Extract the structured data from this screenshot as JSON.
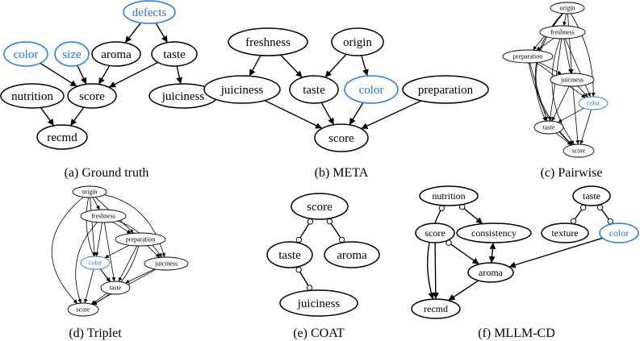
{
  "colors": {
    "default": "#000000",
    "highlight": "#2878d8",
    "circle_fill": "#ffffff"
  },
  "panels": [
    {
      "id": "a",
      "caption": "(a) Ground truth",
      "nodes": [
        {
          "id": "defects",
          "label": "defects",
          "highlight": true
        },
        {
          "id": "color",
          "label": "color",
          "highlight": true
        },
        {
          "id": "size",
          "label": "size",
          "highlight": true
        },
        {
          "id": "aroma",
          "label": "aroma"
        },
        {
          "id": "taste",
          "label": "taste"
        },
        {
          "id": "nutrition",
          "label": "nutrition"
        },
        {
          "id": "score",
          "label": "score"
        },
        {
          "id": "juiciness",
          "label": "juiciness"
        },
        {
          "id": "recmd",
          "label": "recmd"
        }
      ],
      "edges": [
        {
          "from": "defects",
          "to": "aroma",
          "type": "arrow"
        },
        {
          "from": "defects",
          "to": "taste",
          "type": "arrow"
        },
        {
          "from": "color",
          "to": "score",
          "type": "arrow"
        },
        {
          "from": "size",
          "to": "score",
          "type": "arrow"
        },
        {
          "from": "aroma",
          "to": "score",
          "type": "arrow"
        },
        {
          "from": "taste",
          "to": "score",
          "type": "arrow"
        },
        {
          "from": "taste",
          "to": "juiciness",
          "type": "arrow"
        },
        {
          "from": "nutrition",
          "to": "recmd",
          "type": "arrow"
        },
        {
          "from": "score",
          "to": "recmd",
          "type": "arrow"
        }
      ]
    },
    {
      "id": "b",
      "caption": "(b) META",
      "nodes": [
        {
          "id": "freshness",
          "label": "freshness"
        },
        {
          "id": "origin",
          "label": "origin"
        },
        {
          "id": "juiciness",
          "label": "juiciness"
        },
        {
          "id": "taste",
          "label": "taste"
        },
        {
          "id": "color",
          "label": "color",
          "highlight": true
        },
        {
          "id": "preparation",
          "label": "preparation"
        },
        {
          "id": "score",
          "label": "score"
        }
      ],
      "edges": [
        {
          "from": "freshness",
          "to": "juiciness",
          "type": "arrow"
        },
        {
          "from": "freshness",
          "to": "taste",
          "type": "arrow"
        },
        {
          "from": "origin",
          "to": "taste",
          "type": "arrow"
        },
        {
          "from": "origin",
          "to": "color",
          "type": "arrow"
        },
        {
          "from": "juiciness",
          "to": "score",
          "type": "arrow"
        },
        {
          "from": "taste",
          "to": "score",
          "type": "arrow"
        },
        {
          "from": "color",
          "to": "score",
          "type": "arrow"
        },
        {
          "from": "preparation",
          "to": "score",
          "type": "arrow"
        }
      ]
    },
    {
      "id": "c",
      "caption": "(c) Pairwise",
      "nodes": [
        {
          "id": "origin",
          "label": "origin"
        },
        {
          "id": "freshness",
          "label": "freshness"
        },
        {
          "id": "preparation",
          "label": "preparation"
        },
        {
          "id": "juiciness",
          "label": "juiciness"
        },
        {
          "id": "color",
          "label": "color",
          "highlight": true
        },
        {
          "id": "taste",
          "label": "taste"
        },
        {
          "id": "score",
          "label": "score"
        }
      ],
      "edges": [
        {
          "from": "origin",
          "to": "freshness",
          "type": "arrow"
        },
        {
          "from": "origin",
          "to": "preparation",
          "type": "arrow"
        },
        {
          "from": "origin",
          "to": "juiciness",
          "type": "arrow"
        },
        {
          "from": "origin",
          "to": "color",
          "type": "arrow"
        },
        {
          "from": "origin",
          "to": "taste",
          "type": "arrow"
        },
        {
          "from": "origin",
          "to": "score",
          "type": "arrow"
        },
        {
          "from": "freshness",
          "to": "preparation",
          "type": "arrow"
        },
        {
          "from": "freshness",
          "to": "juiciness",
          "type": "arrow"
        },
        {
          "from": "freshness",
          "to": "color",
          "type": "arrow"
        },
        {
          "from": "freshness",
          "to": "taste",
          "type": "arrow"
        },
        {
          "from": "freshness",
          "to": "score",
          "type": "arrow"
        },
        {
          "from": "preparation",
          "to": "juiciness",
          "type": "arrow"
        },
        {
          "from": "preparation",
          "to": "color",
          "type": "arrow"
        },
        {
          "from": "preparation",
          "to": "taste",
          "type": "arrow"
        },
        {
          "from": "preparation",
          "to": "score",
          "type": "arrow"
        },
        {
          "from": "juiciness",
          "to": "color",
          "type": "arrow"
        },
        {
          "from": "juiciness",
          "to": "taste",
          "type": "arrow"
        },
        {
          "from": "juiciness",
          "to": "score",
          "type": "arrow"
        },
        {
          "from": "color",
          "to": "taste",
          "type": "arrow"
        },
        {
          "from": "color",
          "to": "score",
          "type": "arrow"
        },
        {
          "from": "taste",
          "to": "score",
          "type": "arrow"
        }
      ]
    },
    {
      "id": "d",
      "caption": "(d) Triplet",
      "nodes": [
        {
          "id": "origin",
          "label": "origin"
        },
        {
          "id": "freshness",
          "label": "freshness"
        },
        {
          "id": "preparation",
          "label": "preparation"
        },
        {
          "id": "color",
          "label": "color",
          "highlight": true
        },
        {
          "id": "juiciness",
          "label": "juiciness"
        },
        {
          "id": "taste",
          "label": "taste"
        },
        {
          "id": "score",
          "label": "score"
        }
      ],
      "edges": [
        {
          "from": "origin",
          "to": "freshness",
          "type": "arrow"
        },
        {
          "from": "origin",
          "to": "preparation",
          "type": "arrow"
        },
        {
          "from": "origin",
          "to": "juiciness",
          "type": "arrow"
        },
        {
          "from": "origin",
          "to": "color",
          "type": "arrow"
        },
        {
          "from": "origin",
          "to": "taste",
          "type": "arrow"
        },
        {
          "from": "origin",
          "to": "score",
          "type": "arrow"
        },
        {
          "from": "freshness",
          "to": "preparation",
          "type": "arrow"
        },
        {
          "from": "freshness",
          "to": "juiciness",
          "type": "arrow"
        },
        {
          "from": "freshness",
          "to": "color",
          "type": "arrow"
        },
        {
          "from": "freshness",
          "to": "taste",
          "type": "arrow"
        },
        {
          "from": "freshness",
          "to": "score",
          "type": "arrow"
        },
        {
          "from": "preparation",
          "to": "color",
          "type": "arrow"
        },
        {
          "from": "preparation",
          "to": "juiciness",
          "type": "arrow"
        },
        {
          "from": "preparation",
          "to": "taste",
          "type": "arrow"
        },
        {
          "from": "preparation",
          "to": "score",
          "type": "arrow"
        },
        {
          "from": "color",
          "to": "taste",
          "type": "arrow"
        },
        {
          "from": "color",
          "to": "score",
          "type": "arrow"
        },
        {
          "from": "juiciness",
          "to": "taste",
          "type": "arrow"
        },
        {
          "from": "juiciness",
          "to": "score",
          "type": "arrow"
        },
        {
          "from": "taste",
          "to": "score",
          "type": "arrow"
        }
      ]
    },
    {
      "id": "e",
      "caption": "(e) COAT",
      "nodes": [
        {
          "id": "score",
          "label": "score"
        },
        {
          "id": "taste",
          "label": "taste"
        },
        {
          "id": "aroma",
          "label": "aroma"
        },
        {
          "id": "juiciness",
          "label": "juiciness"
        }
      ],
      "edges": [
        {
          "from": "score",
          "to": "taste",
          "type": "circle-circle"
        },
        {
          "from": "score",
          "to": "aroma",
          "type": "circle-circle"
        },
        {
          "from": "taste",
          "to": "juiciness",
          "type": "circle-circle"
        }
      ]
    },
    {
      "id": "f",
      "caption": "(f) MLLM-CD",
      "nodes": [
        {
          "id": "nutrition",
          "label": "nutrition"
        },
        {
          "id": "taste",
          "label": "taste"
        },
        {
          "id": "score",
          "label": "score"
        },
        {
          "id": "consistency",
          "label": "consistency"
        },
        {
          "id": "texture",
          "label": "texture"
        },
        {
          "id": "color",
          "label": "color",
          "highlight": true
        },
        {
          "id": "aroma",
          "label": "aroma"
        },
        {
          "id": "recmd",
          "label": "recmd"
        }
      ],
      "edges": [
        {
          "from": "nutrition",
          "to": "consistency",
          "type": "circle-arrow"
        },
        {
          "from": "nutrition",
          "to": "recmd",
          "type": "circle-arrow"
        },
        {
          "from": "taste",
          "to": "texture",
          "type": "circle-circle"
        },
        {
          "from": "taste",
          "to": "color",
          "type": "circle-circle"
        },
        {
          "from": "score",
          "to": "aroma",
          "type": "circle-arrow"
        },
        {
          "from": "score",
          "to": "recmd",
          "type": "arrow"
        },
        {
          "from": "consistency",
          "to": "aroma",
          "type": "arrow-arrow"
        },
        {
          "from": "color",
          "to": "aroma",
          "type": "arrow"
        },
        {
          "from": "aroma",
          "to": "recmd",
          "type": "arrow"
        }
      ]
    }
  ]
}
